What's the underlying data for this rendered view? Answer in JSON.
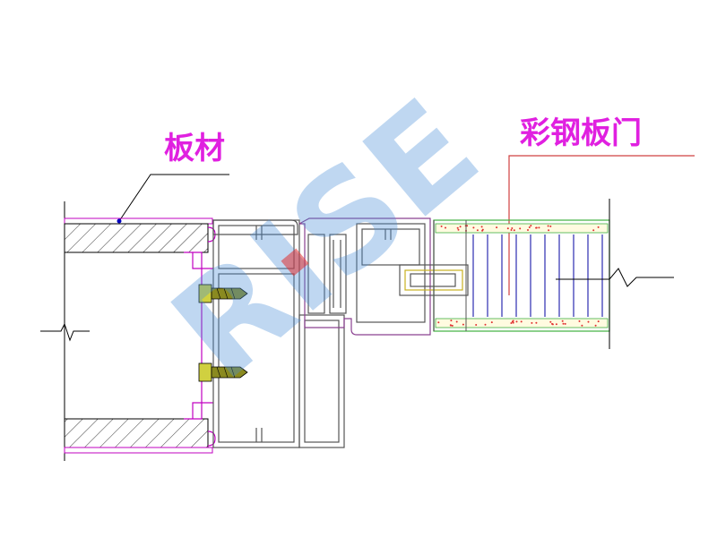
{
  "labels": {
    "panel": "板材",
    "door": "彩钢板门"
  },
  "watermark": {
    "text": "RISE"
  },
  "colors": {
    "label": "#e020e0",
    "outline": "#000000",
    "profile": "#606060",
    "seal": "#c000c0",
    "leader_door": "#d04040",
    "core_lines": "#0000a0",
    "foam_dots": "#e03030",
    "foam_outline": "#40b040",
    "screw": "#8a8a20",
    "watermark_blue": "#4a90d9",
    "watermark_red": "#e03030"
  },
  "icons": {
    "screw": "screw-icon",
    "break_line": "break-line-icon"
  }
}
